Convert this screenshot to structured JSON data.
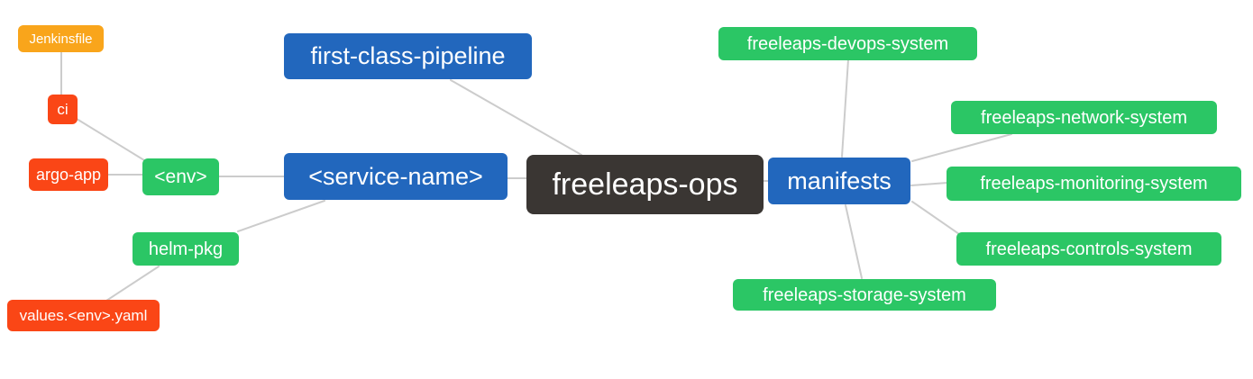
{
  "diagram": {
    "kind": "mindmap",
    "root": "freeleaps-ops"
  },
  "palette": {
    "blue": "#2267bd",
    "green": "#2bc665",
    "red": "#fa4616",
    "orange": "#f9a51b",
    "dark": "#3a3633",
    "edge": "#cccccc",
    "background": "#ffffff",
    "node_text": "#ffffff"
  },
  "nodes": {
    "jenkinsfile": {
      "label": "Jenkinsfile",
      "color": "orange"
    },
    "ci": {
      "label": "ci",
      "color": "red"
    },
    "argo_app": {
      "label": "argo-app",
      "color": "red"
    },
    "env": {
      "label": "<env>",
      "color": "green"
    },
    "helm_pkg": {
      "label": "helm-pkg",
      "color": "green"
    },
    "values_yaml": {
      "label": "values.<env>.yaml",
      "color": "red"
    },
    "first_class_pipeline": {
      "label": "first-class-pipeline",
      "color": "blue"
    },
    "service_name": {
      "label": "<service-name>",
      "color": "blue"
    },
    "freeleaps_ops": {
      "label": "freeleaps-ops",
      "color": "dark"
    },
    "manifests": {
      "label": "manifests",
      "color": "blue"
    },
    "devops_system": {
      "label": "freeleaps-devops-system",
      "color": "green"
    },
    "network_system": {
      "label": "freeleaps-network-system",
      "color": "green"
    },
    "monitoring_system": {
      "label": "freeleaps-monitoring-system",
      "color": "green"
    },
    "controls_system": {
      "label": "freeleaps-controls-system",
      "color": "green"
    },
    "storage_system": {
      "label": "freeleaps-storage-system",
      "color": "green"
    }
  },
  "edges": [
    {
      "from": "jenkinsfile",
      "to": "ci"
    },
    {
      "from": "ci",
      "to": "env"
    },
    {
      "from": "argo_app",
      "to": "env"
    },
    {
      "from": "env",
      "to": "service_name"
    },
    {
      "from": "helm_pkg",
      "to": "service_name"
    },
    {
      "from": "values_yaml",
      "to": "helm_pkg"
    },
    {
      "from": "first_class_pipeline",
      "to": "freeleaps_ops"
    },
    {
      "from": "service_name",
      "to": "freeleaps_ops"
    },
    {
      "from": "manifests",
      "to": "freeleaps_ops"
    },
    {
      "from": "devops_system",
      "to": "manifests"
    },
    {
      "from": "network_system",
      "to": "manifests"
    },
    {
      "from": "monitoring_system",
      "to": "manifests"
    },
    {
      "from": "controls_system",
      "to": "manifests"
    },
    {
      "from": "storage_system",
      "to": "manifests"
    }
  ]
}
